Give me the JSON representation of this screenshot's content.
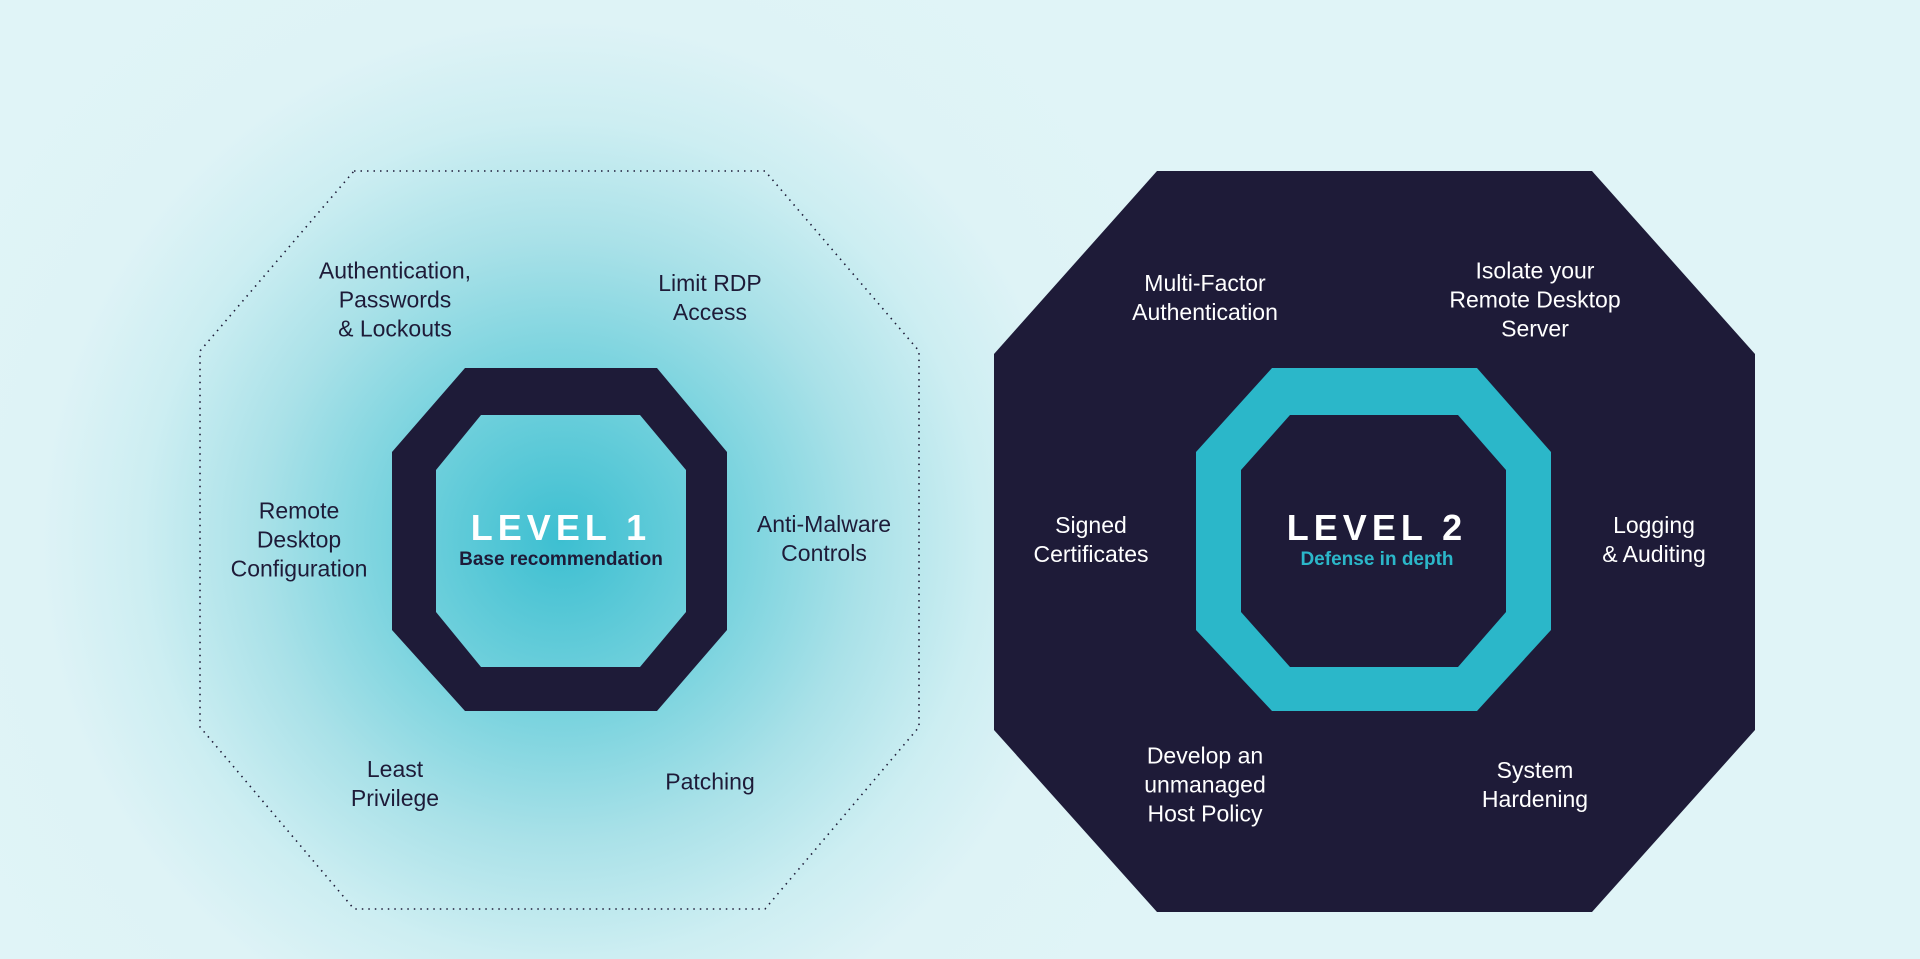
{
  "colors": {
    "dark": "#1e1b38",
    "teal": "#2bb7c9",
    "background": "#e0f4f7"
  },
  "level1": {
    "title": "LEVEL 1",
    "subtitle": "Base recommendation",
    "items": [
      {
        "lines": [
          "Authentication,",
          "Passwords",
          "& Lockouts"
        ]
      },
      {
        "lines": [
          "Limit RDP",
          "Access"
        ]
      },
      {
        "lines": [
          "Remote",
          "Desktop",
          "Configuration"
        ]
      },
      {
        "lines": [
          "Anti-Malware",
          "Controls"
        ]
      },
      {
        "lines": [
          "Least",
          "Privilege"
        ]
      },
      {
        "lines": [
          "Patching"
        ]
      }
    ]
  },
  "level2": {
    "title": "LEVEL 2",
    "subtitle": "Defense in depth",
    "items": [
      {
        "lines": [
          "Multi-Factor",
          "Authentication"
        ]
      },
      {
        "lines": [
          "Isolate your",
          "Remote Desktop",
          "Server"
        ]
      },
      {
        "lines": [
          "Signed",
          "Certificates"
        ]
      },
      {
        "lines": [
          "Logging",
          "& Auditing"
        ]
      },
      {
        "lines": [
          "Develop an",
          "unmanaged",
          "Host Policy"
        ]
      },
      {
        "lines": [
          "System",
          "Hardening"
        ]
      }
    ]
  }
}
